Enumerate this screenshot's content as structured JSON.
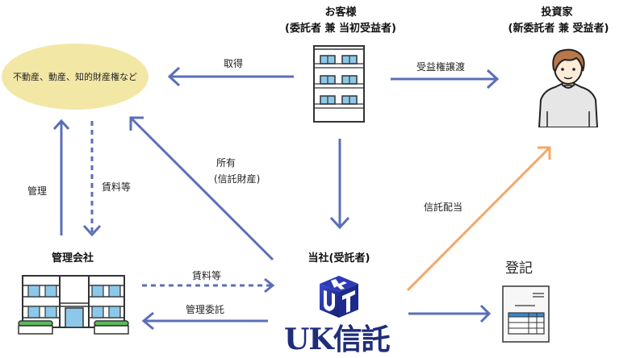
{
  "nodes": {
    "assets": {
      "label": "不動産、動産、知的財産権など"
    },
    "customer": {
      "title": "お客様",
      "subtitle": "(委託者 兼 当初受益者)"
    },
    "investor": {
      "title": "投資家",
      "subtitle": "(新委託者 兼 受益者)"
    },
    "management_company": {
      "title": "管理会社"
    },
    "trustee": {
      "title": "当社(受託者)",
      "logo_text": "UK信託"
    },
    "registry": {
      "title": "登記"
    }
  },
  "edges": {
    "acquire": {
      "label": "取得"
    },
    "transfer_beneficial": {
      "label": "受益権譲渡"
    },
    "ownership": {
      "line1": "所有",
      "line2": "(信託財産)"
    },
    "trust_dividend": {
      "label": "信託配当"
    },
    "manage": {
      "label": "管理"
    },
    "rent_up": {
      "label": "賃料等"
    },
    "rent_right": {
      "label": "賃料等"
    },
    "management_entrust": {
      "label": "管理委託"
    }
  },
  "colors": {
    "arrow_blue": "#5b6fb8",
    "arrow_orange": "#f5a766",
    "ellipse_fill": "#f3e7a6",
    "window_blue": "#8cc8ea",
    "shrub_green": "#5cb85c",
    "logo_navy": "#1f2d7a",
    "registry_header": "#3a86c8"
  },
  "icons": {
    "customer": "building-icon",
    "investor": "person-icon",
    "management_company": "office-building-icon",
    "trustee": "uk-trust-logo-icon",
    "registry": "document-table-icon"
  }
}
